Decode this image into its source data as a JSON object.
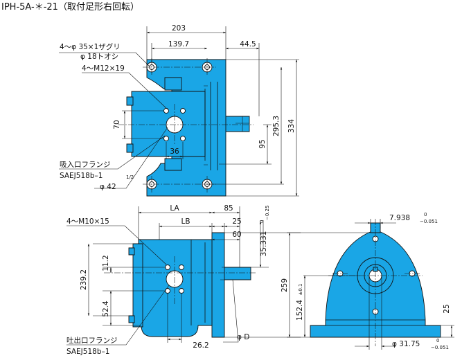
{
  "title": "IPH-5A-＊-21（取付足形右回転）",
  "colors": {
    "body": "#1aa6e6",
    "line": "#111111",
    "background": "#ffffff"
  },
  "top_view": {
    "dim_203": "203",
    "dim_139_7": "139.7",
    "dim_44_5": "44.5",
    "mount_hole_line1": "4～φ 35×1ザグリ",
    "mount_hole_line2": "φ 18トオシ",
    "thread_note": "4～M12×19",
    "dim_70": "70",
    "dim_36": "36",
    "dim_95": "95",
    "dim_295_3": "295.3",
    "dim_334": "334",
    "suction_line1": "吸入口フランジ",
    "suction_line2": "SAEJ518b–1",
    "suction_frac": "1/2",
    "dia_42": "φ 42"
  },
  "side_view": {
    "dim_LA": "LA",
    "dim_85": "85",
    "dim_LB": "LB",
    "dim_25": "25",
    "dim_60": "60",
    "thread_note": "4～M10×15",
    "dim_35_331": "35.331",
    "tol_35_331_upper": "0",
    "tol_35_331_lower": "−0.25",
    "dim_11_2": "11.2",
    "dim_239_2": "239.2",
    "dim_52_4": "52.4",
    "dim_26_2": "26.2",
    "dia_D": "φ D",
    "discharge_line1": "吐出口フランジ",
    "discharge_line2": "SAEJ518b–1"
  },
  "front_view": {
    "dim_7_938": "7.938",
    "tol_7_938_upper": "0",
    "tol_7_938_lower": "−0.051",
    "dim_259": "259",
    "dim_152_4": "152.4",
    "tol_152_4": "±0.1",
    "dim_25": "25",
    "dim_31_75": "φ 31.75",
    "tol_31_75_upper": "0",
    "tol_31_75_lower": "−0.051"
  }
}
